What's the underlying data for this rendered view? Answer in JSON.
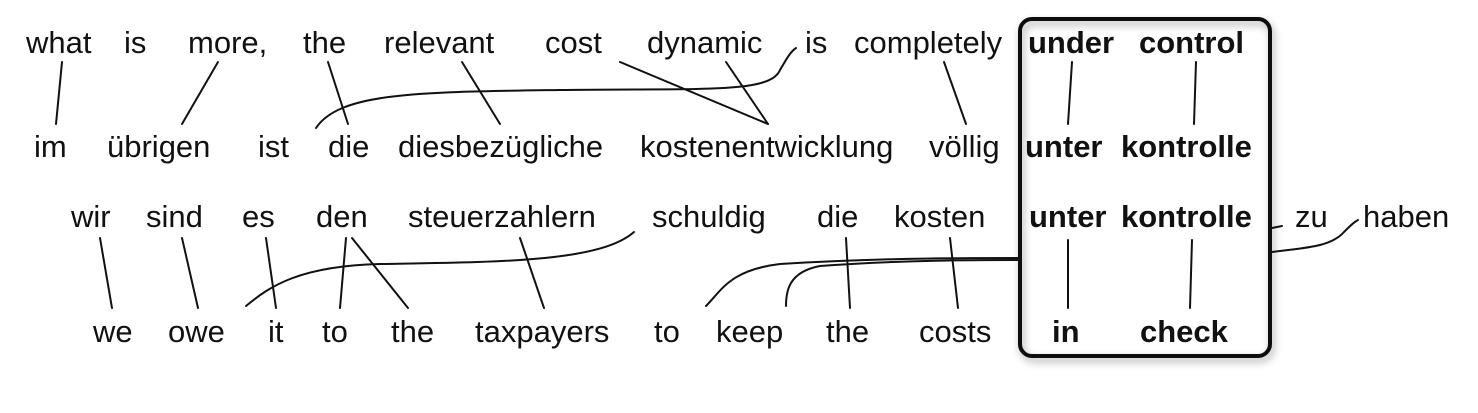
{
  "alignment_1": {
    "source_words": [
      "what",
      "is",
      "more,",
      "the",
      "relevant",
      "cost",
      "dynamic",
      "is",
      "completely",
      "under",
      "control"
    ],
    "target_words": [
      "im",
      "übrigen",
      "ist",
      "die",
      "diesbezügliche",
      "kostenentwicklung",
      "völlig",
      "unter",
      "kontrolle"
    ]
  },
  "alignment_2": {
    "source_words": [
      "wir",
      "sind",
      "es",
      "den",
      "steuerzahlern",
      "schuldig",
      "die",
      "kosten",
      "unter",
      "kontrolle",
      "zu",
      "haben"
    ],
    "target_words": [
      "we",
      "owe",
      "it",
      "to",
      "the",
      "taxpayers",
      "to",
      "keep",
      "the",
      "costs",
      "in",
      "check"
    ]
  }
}
